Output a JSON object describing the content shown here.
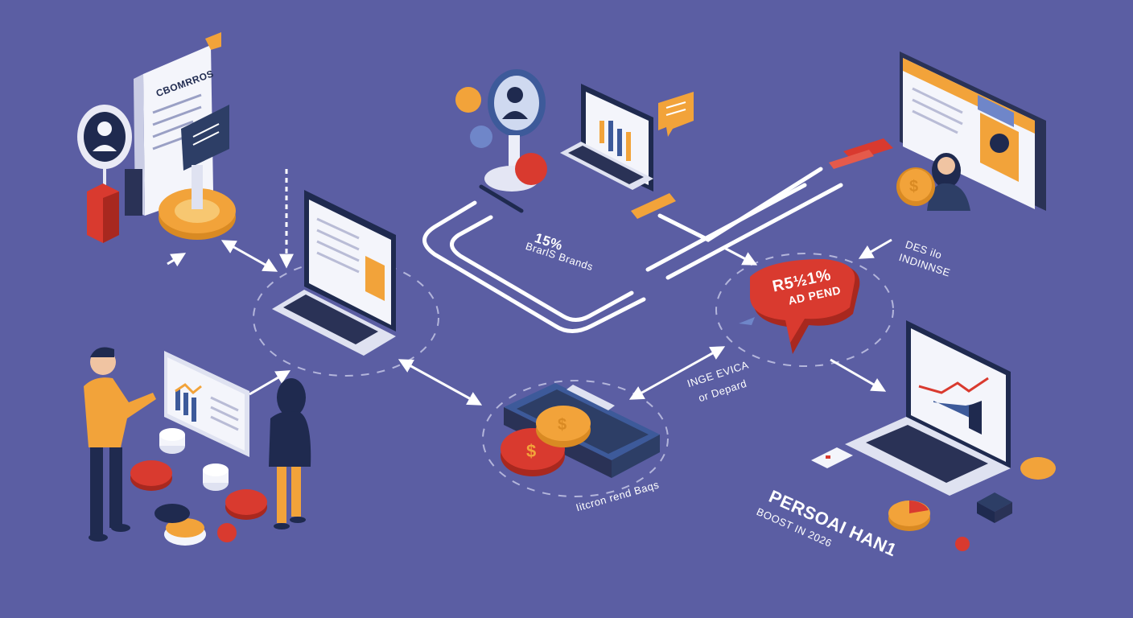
{
  "labels": {
    "doc_heading": "CBOMRROS",
    "stat_percent": "15%",
    "stat_caption": "BrarlS Brands",
    "bubble_main": "R5½1%",
    "bubble_sub": "AD PEND",
    "right_note_1": "DES ilo",
    "right_note_2": "INDINNSE",
    "center_right_1": "INGE EVICA",
    "center_right_2": "or Depard",
    "bottom_caption": "Iitcron rend Baqs",
    "headline_1": "PERSOAI HAN1",
    "headline_2": "BOOST IN 2026"
  },
  "colors": {
    "background": "#5b5ea3",
    "accent_orange": "#f2a33a",
    "accent_red": "#d93a2f",
    "navy": "#1f2a4f",
    "white": "#ffffff"
  },
  "icons": [
    "person-icon",
    "dollar-icon",
    "bar-chart-icon",
    "speech-bubble-icon",
    "location-pin-icon",
    "laptop-icon",
    "smartphone-icon"
  ]
}
